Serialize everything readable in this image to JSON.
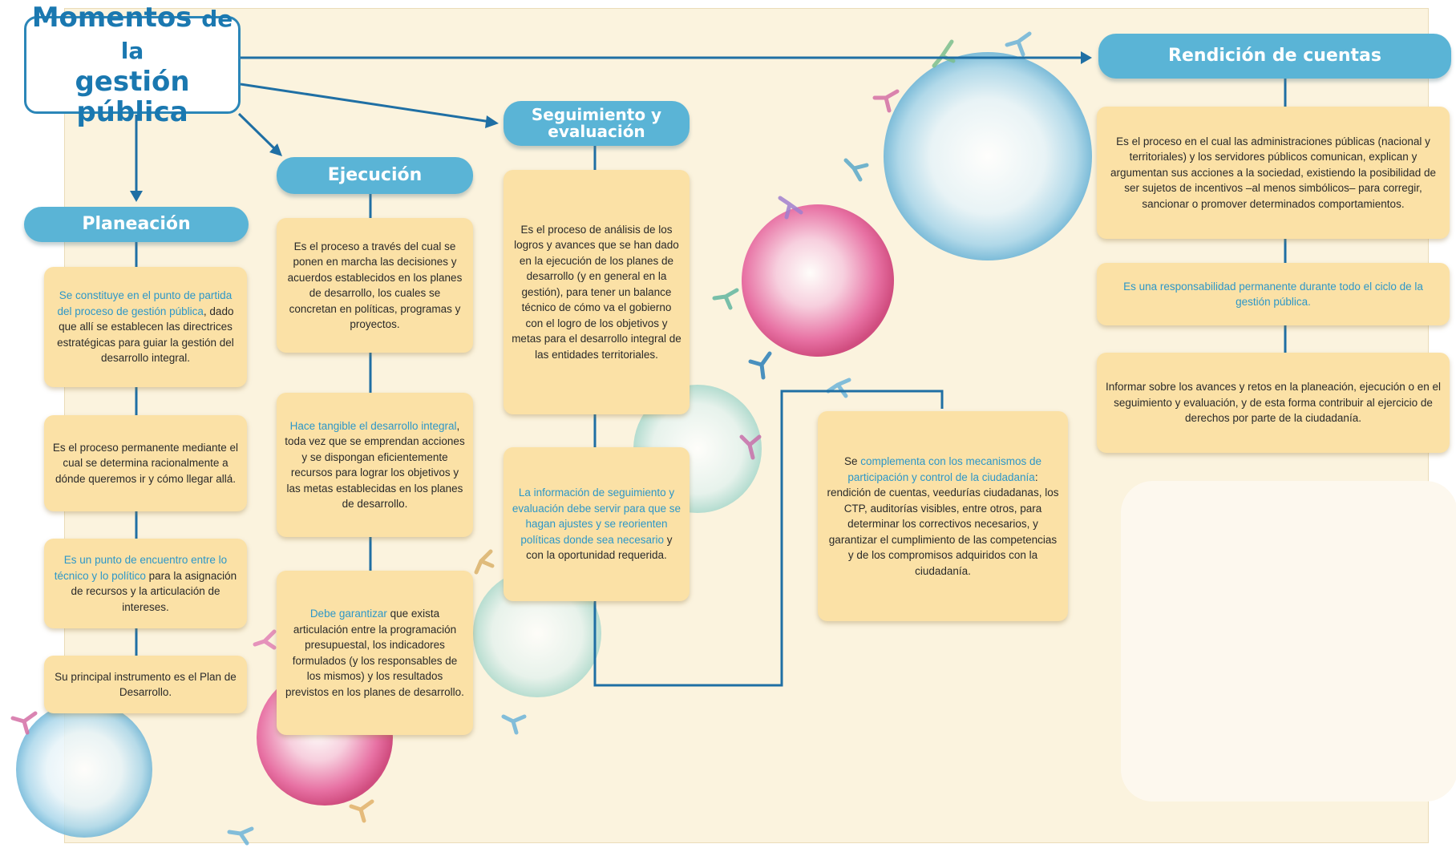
{
  "title": {
    "line1_a": "Momentos",
    "line1_b": "de la",
    "line2": "gestión pública"
  },
  "columns": {
    "planeacion": {
      "header": "Planeación",
      "cards": [
        {
          "hl": "Se constituye en el punto de partida del proceso de gestión pública",
          "text": ", dado que allí se establecen las directrices estratégicas para guiar la gestión del desarrollo integral."
        },
        {
          "hl": "",
          "text": "Es el proceso permanente mediante el cual se determina racionalmente a dónde queremos ir y cómo llegar allá."
        },
        {
          "hl": "Es un punto de encuentro entre lo técnico y lo político",
          "text": " para la asignación de recursos y la articulación de intereses."
        },
        {
          "hl": "",
          "text": "Su principal instrumento es el Plan de Desarrollo."
        }
      ]
    },
    "ejecucion": {
      "header": "Ejecución",
      "cards": [
        {
          "hl": "",
          "text": "Es el proceso a través del cual se ponen en marcha las decisiones y acuerdos establecidos en los planes de desarrollo, los cuales se concretan en políticas, programas y proyectos."
        },
        {
          "hl": "Hace tangible el desarrollo integral",
          "text": ", toda vez que se emprendan acciones y se dispongan eficientemente recursos para lograr los objetivos y las metas establecidas en los planes de desarrollo."
        },
        {
          "hl": "Debe garantizar",
          "text": " que exista articulación entre la programación presupuestal, los indicadores formulados (y los responsables de los mismos) y los resultados previstos en los planes de desarrollo."
        }
      ]
    },
    "seguimiento": {
      "header_line1": "Seguimiento y",
      "header_line2": "evaluación",
      "cards": [
        {
          "hl": "",
          "text": "Es el proceso de análisis de los logros y avances que se han dado en la ejecución de los planes de desarrollo (y en general en la gestión), para tener un balance técnico de cómo va el gobierno con el logro de los objetivos y metas para el desarrollo integral de las entidades territoriales."
        },
        {
          "hl": "La información de seguimiento y evaluación debe servir para que se hagan ajustes y se reorienten políticas donde sea necesario",
          "text": " y con la oportunidad requerida."
        }
      ],
      "side_card": {
        "pre": "Se ",
        "hl": "complementa con los mecanismos de participación y control de la ciudadanía",
        "text": ": rendición de cuentas, veedurías ciudadanas, los CTP, auditorías visibles, entre otros, para determinar los correctivos necesarios, y garantizar el cumplimiento de las competencias y de los compromisos adquiridos con la ciudadanía."
      }
    },
    "rendicion": {
      "header": "Rendición de cuentas",
      "cards": [
        {
          "hl": "",
          "text": "Es el proceso en el cual las administraciones públicas (nacional y territoriales) y los servidores públicos comunican, explican y argumentan sus acciones a la sociedad, existiendo la posibilidad de ser sujetos de incentivos –al menos simbólicos– para corregir, sancionar o promover determinados comportamientos."
        },
        {
          "hl": "Es una responsabilidad permanente durante todo el ciclo de la gestión pública.",
          "text": ""
        },
        {
          "hl": "",
          "text": "Informar sobre los avances y retos en la planeación, ejecución o en el seguimiento y evaluación, y de esta forma contribuir al ejercicio de derechos por parte de la ciudadanía."
        }
      ]
    }
  },
  "colors": {
    "header": "#5ab4d6",
    "card": "#fbe1a6",
    "highlight": "#2d97c8",
    "line": "#1f6fa4",
    "title_border": "#2b86b8"
  }
}
